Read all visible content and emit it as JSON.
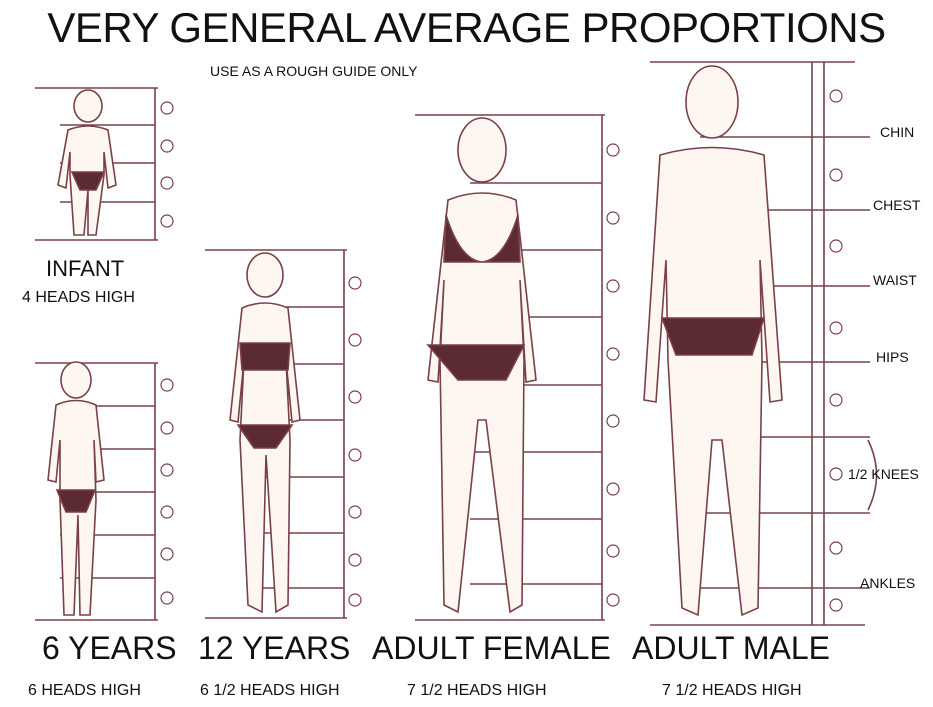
{
  "title": "VERY GENERAL AVERAGE PROPORTIONS",
  "subtitle": "USE AS A ROUGH GUIDE ONLY",
  "figures": {
    "infant": {
      "label": "INFANT",
      "sub": "4 HEADS HIGH"
    },
    "six_years": {
      "label": "6 YEARS",
      "sub": "6 HEADS HIGH"
    },
    "twelve_years": {
      "label": "12 YEARS",
      "sub": "6 1/2 HEADS HIGH"
    },
    "adult_female": {
      "label": "ADULT FEMALE",
      "sub": "7 1/2 HEADS HIGH"
    },
    "adult_male": {
      "label": "ADULT MALE",
      "sub": "7 1/2 HEADS HIGH"
    }
  },
  "markers": {
    "chin": "CHIN",
    "chest": "CHEST",
    "waist": "WAIST",
    "hips": "HIPS",
    "knees": "1/2 KNEES",
    "ankles": "ANKLES"
  },
  "colors": {
    "ink": "#7a4048",
    "garment": "#5b2a33",
    "skin": "#fdf6f1"
  }
}
